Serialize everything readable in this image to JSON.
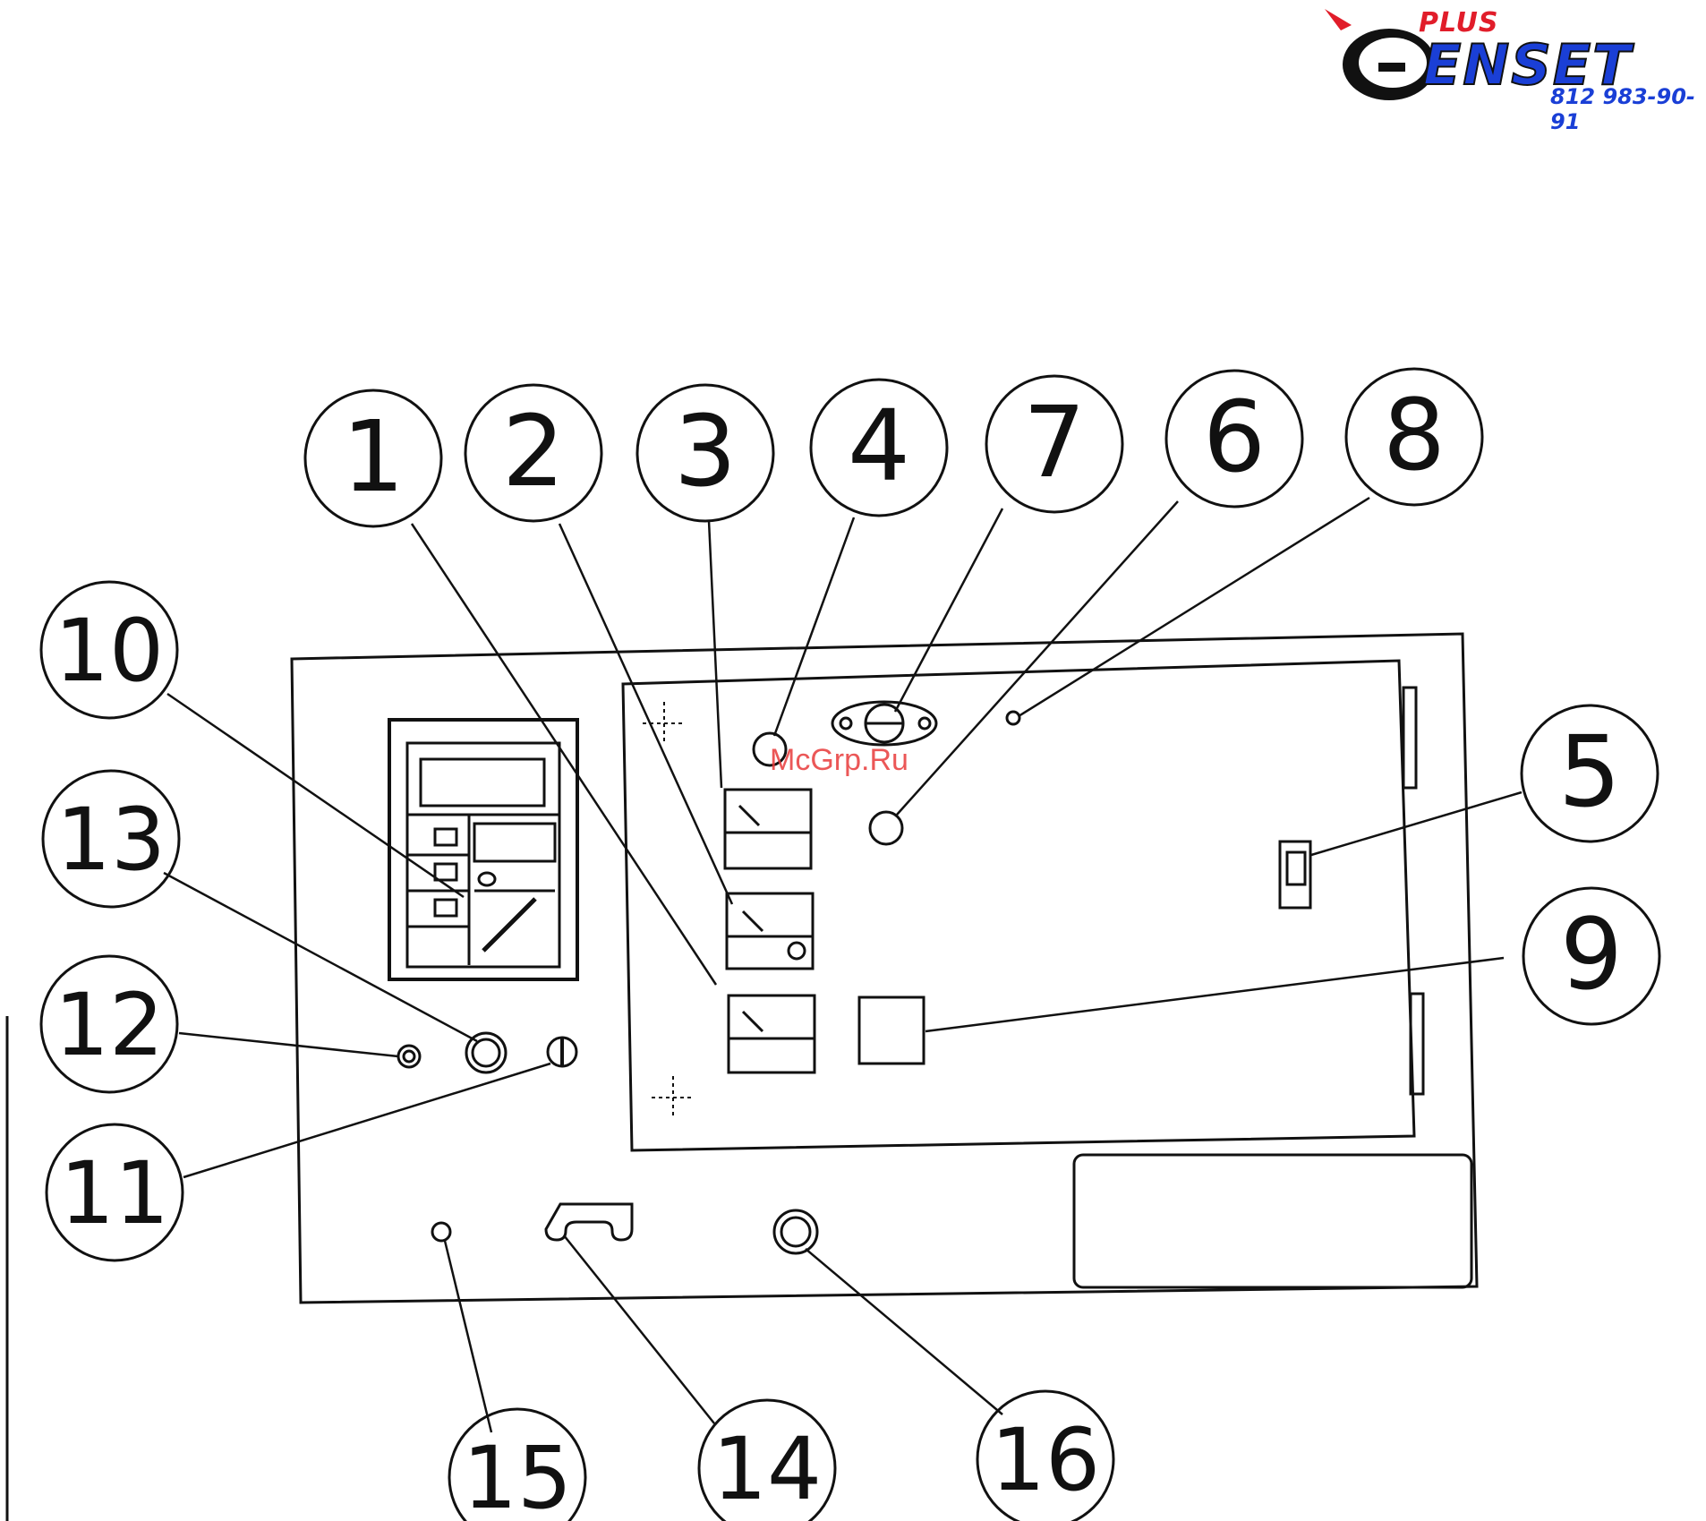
{
  "logo": {
    "plus": "PLUS",
    "brand": "ENSET",
    "phone": "812 983-90-91"
  },
  "watermark": "McGrp.Ru",
  "callouts": [
    "1",
    "2",
    "3",
    "4",
    "7",
    "6",
    "8",
    "10",
    "13",
    "12",
    "11",
    "5",
    "9",
    "15",
    "14",
    "16"
  ],
  "colors": {
    "line": "#111111",
    "brand_blue": "#1a3fd6",
    "brand_red": "#e11d2a",
    "watermark": "#e83a3a"
  }
}
